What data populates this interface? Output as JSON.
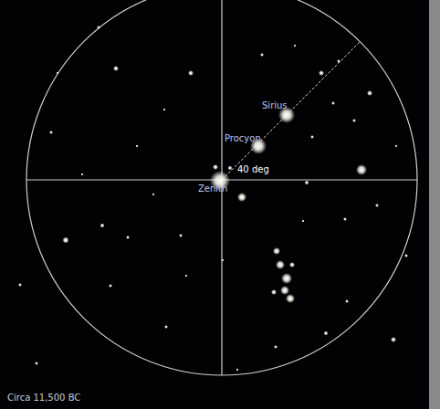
{
  "diagram": {
    "labels": [
      "Sirius",
      "Procyon",
      "Zenith",
      "40 deg",
      "Circa 11,500 BC"
    ]
  }
}
